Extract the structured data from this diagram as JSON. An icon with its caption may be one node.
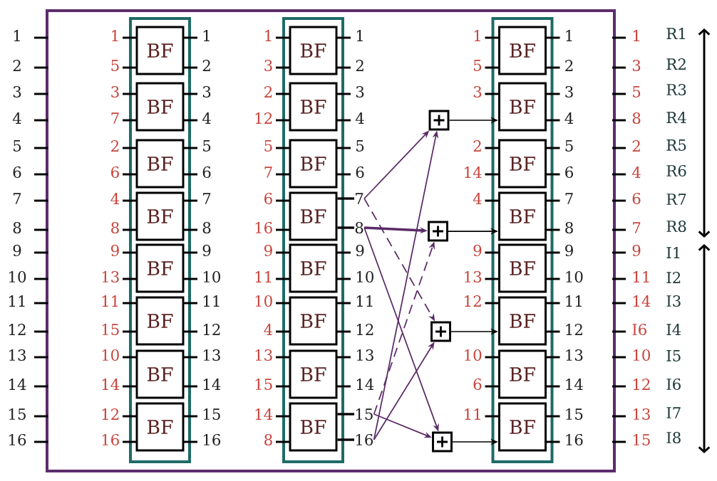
{
  "diagram": {
    "nodes": [
      {
        "text": [],
        "shape": "box",
        "beside": [
          "1",
          "2",
          "3",
          "4",
          "5",
          "6",
          "7",
          "8",
          "9",
          "10",
          "11",
          "12",
          "13",
          "14",
          "15",
          "16",
          "1",
          "3",
          "5",
          "8",
          "2",
          "4",
          "6",
          "7",
          "9",
          "11",
          "14",
          "I6",
          "10",
          "12",
          "13",
          "15"
        ]
      },
      {
        "text": [],
        "shape": "box",
        "in": 0
      },
      {
        "text": [
          "BF"
        ],
        "in": 1,
        "beside": [
          "1",
          "5",
          "1",
          "2"
        ]
      },
      {
        "text": [
          "BF"
        ],
        "in": 1,
        "beside": [
          "3",
          "7",
          "3",
          "4"
        ]
      },
      {
        "text": [
          "BF"
        ],
        "in": 1,
        "beside": [
          "2",
          "6",
          "5",
          "6"
        ]
      },
      {
        "text": [
          "BF"
        ],
        "in": 1,
        "beside": [
          "4",
          "8",
          "7",
          "8"
        ]
      },
      {
        "text": [
          "BF"
        ],
        "in": 1,
        "beside": [
          "9",
          "13",
          "9",
          "10"
        ]
      },
      {
        "text": [
          "BF"
        ],
        "in": 1,
        "beside": [
          "11",
          "15",
          "11",
          "12"
        ]
      },
      {
        "text": [
          "BF"
        ],
        "in": 1,
        "beside": [
          "10",
          "14",
          "13",
          "14"
        ]
      },
      {
        "text": [
          "BF"
        ],
        "in": 1,
        "beside": [
          "12",
          "16",
          "15",
          "16"
        ]
      },
      {
        "text": [],
        "shape": "box",
        "in": 0
      },
      {
        "text": [
          "BF"
        ],
        "in": 10,
        "beside": [
          "1",
          "3",
          "1",
          "2"
        ]
      },
      {
        "text": [
          "BF"
        ],
        "in": 10,
        "beside": [
          "2",
          "12",
          "3",
          "4"
        ]
      },
      {
        "text": [
          "BF"
        ],
        "in": 10,
        "beside": [
          "5",
          "7",
          "5",
          "6"
        ]
      },
      {
        "text": [
          "BF"
        ],
        "in": 10,
        "beside": [
          "6",
          "16"
        ]
      },
      {
        "text": [
          "BF"
        ],
        "in": 10,
        "beside": [
          "9",
          "11",
          "9",
          "10"
        ]
      },
      {
        "text": [
          "BF"
        ],
        "in": 10,
        "beside": [
          "10",
          "4",
          "11",
          "12"
        ]
      },
      {
        "text": [
          "BF"
        ],
        "in": 10,
        "beside": [
          "13",
          "15",
          "13",
          "14"
        ]
      },
      {
        "text": [
          "BF"
        ],
        "in": 10,
        "beside": [
          "14",
          "8"
        ]
      },
      {
        "text": [
          "7"
        ],
        "in": 0
      },
      {
        "text": [
          "8"
        ],
        "in": 0
      },
      {
        "text": [
          "15"
        ],
        "in": 0
      },
      {
        "text": [
          "16"
        ],
        "in": 0
      },
      {
        "text": [
          "+"
        ],
        "in": 0
      },
      {
        "text": [
          "+"
        ],
        "in": 0
      },
      {
        "text": [
          "+"
        ],
        "in": 0
      },
      {
        "text": [
          "+"
        ],
        "in": 0
      },
      {
        "text": [],
        "shape": "box",
        "in": 0
      },
      {
        "text": [
          "BF"
        ],
        "in": 27,
        "beside": [
          "1",
          "5",
          "1",
          "2"
        ]
      },
      {
        "text": [
          "BF"
        ],
        "in": 27,
        "beside": [
          "3",
          "3",
          "4"
        ]
      },
      {
        "text": [
          "BF"
        ],
        "in": 27,
        "beside": [
          "2",
          "14",
          "5",
          "6"
        ]
      },
      {
        "text": [
          "BF"
        ],
        "in": 27,
        "beside": [
          "4",
          "7",
          "8"
        ]
      },
      {
        "text": [
          "BF"
        ],
        "in": 27,
        "beside": [
          "9",
          "13",
          "9",
          "10"
        ]
      },
      {
        "text": [
          "BF"
        ],
        "in": 27,
        "beside": [
          "12",
          "11",
          "12"
        ]
      },
      {
        "text": [
          "BF"
        ],
        "in": 27,
        "beside": [
          "10",
          "6",
          "13",
          "14"
        ]
      },
      {
        "text": [
          "BF"
        ],
        "in": 27,
        "beside": [
          "11",
          "15",
          "16"
        ]
      }
    ],
    "edges": [
      {
        "from": 19,
        "to": 23,
        "arrow": "to"
      },
      {
        "from": 19,
        "to": 25,
        "arrow": "to",
        "style": "dashed"
      },
      {
        "from": 20,
        "to": 24,
        "arrow": "to",
        "style": "thick"
      },
      {
        "from": 20,
        "to": 26,
        "arrow": "to"
      },
      {
        "from": 21,
        "to": 24,
        "arrow": "to",
        "style": "dashed"
      },
      {
        "from": 21,
        "to": 26,
        "arrow": "to"
      },
      {
        "from": 22,
        "to": 23,
        "arrow": "to"
      },
      {
        "from": 22,
        "to": 25,
        "arrow": "to"
      },
      {
        "from": 23,
        "to": 29,
        "arrow": "to",
        "color": "#000000"
      },
      {
        "from": 24,
        "to": 31,
        "arrow": "to",
        "color": "#000000"
      },
      {
        "from": 25,
        "to": 33,
        "arrow": "to",
        "color": "#000000"
      },
      {
        "from": 26,
        "to": 35,
        "arrow": "to",
        "color": "#000000"
      },
      {
        "from": 14,
        "to": 19,
        "arrow": "none",
        "style": "thick",
        "color": "#000000"
      },
      {
        "from": 14,
        "to": 20,
        "arrow": "none",
        "style": "thick",
        "color": "#000000"
      },
      {
        "from": 18,
        "to": 21,
        "arrow": "none",
        "style": "thick",
        "color": "#000000"
      },
      {
        "from": 18,
        "to": 22,
        "arrow": "none",
        "style": "thick",
        "color": "#000000"
      }
    ],
    "labels": [
      "R1",
      "R2",
      "R3",
      "R4",
      "R5",
      "R6",
      "R7",
      "R8",
      "I1",
      "I2",
      "I3",
      "I4",
      "I5",
      "I6",
      "I7",
      "I8"
    ]
  }
}
